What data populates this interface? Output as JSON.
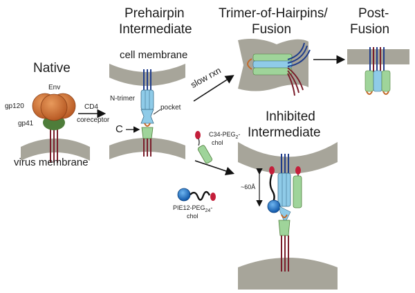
{
  "headings": {
    "native": "Native",
    "prehairpin_line1": "Prehairpin",
    "prehairpin_line2": "Intermediate",
    "trimer_line1": "Trimer-of-Hairpins/",
    "trimer_line2": "Fusion",
    "postfusion_line1": "Post-",
    "postfusion_line2": "Fusion",
    "inhibited_line1": "Inhibited",
    "inhibited_line2": "Intermediate"
  },
  "labels": {
    "env": "Env",
    "gp120": "gp120",
    "gp41": "gp41",
    "virus_membrane": "virus membrane",
    "cell_membrane": "cell membrane",
    "cd4": "CD4",
    "coreceptor": "coreceptor",
    "n_trimer": "N-trimer",
    "pocket": "pocket",
    "c": "C",
    "slow_rxn": "slow rxn",
    "c34_line1": "C34-PEG",
    "c34_sub": "2",
    "c34_dash": "-",
    "c34_line2": "chol",
    "pie12_line1": "PIE12-PEG",
    "pie12_sub": "24",
    "pie12_dash": "-",
    "pie12_line2": "chol",
    "distance": "~60Å"
  },
  "colors": {
    "membrane": "#a7a59a",
    "gp120": "#d07036",
    "gp41": "#4e7d3a",
    "n_helix": "#8fcbe8",
    "c_helix": "#9fd49a",
    "strand_red": "#7a1d2a",
    "strand_blue": "#1f3c8a",
    "cholesterol": "#c41e3a",
    "pie12": "#1e78c8"
  }
}
